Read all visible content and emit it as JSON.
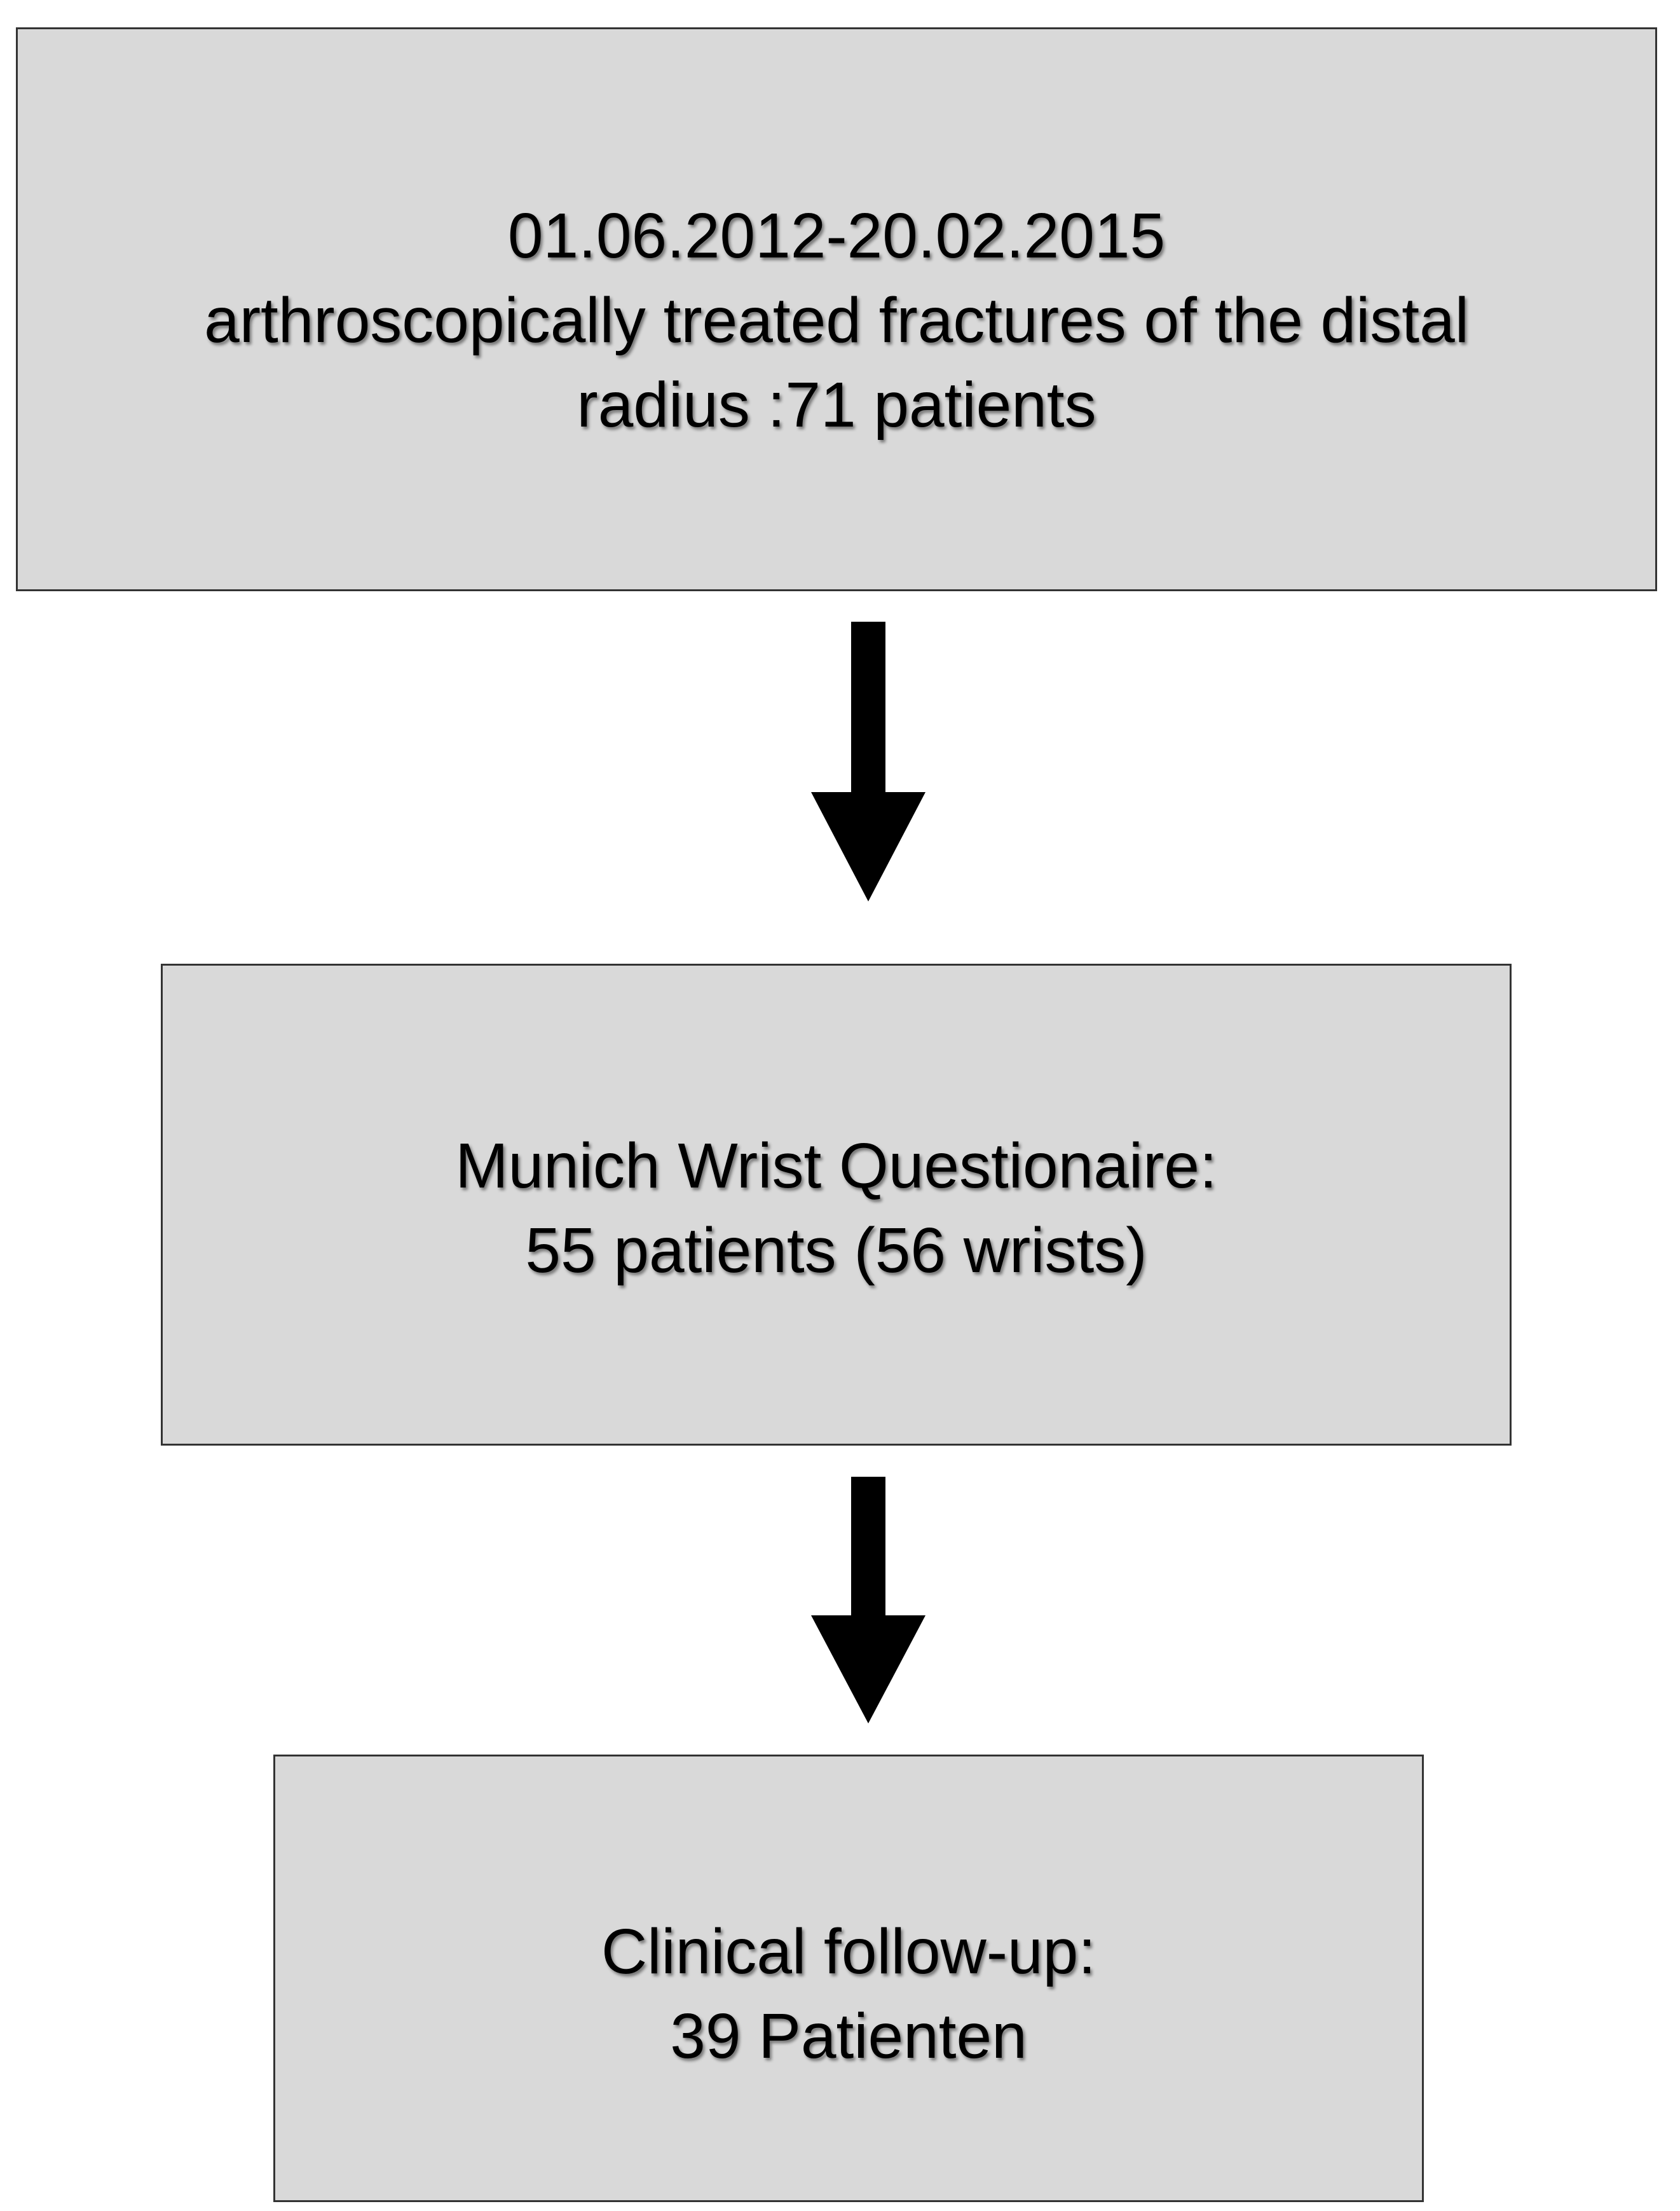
{
  "flowchart": {
    "boxes": [
      {
        "lines": [
          "01.06.2012-20.02.2015",
          "arthroscopically treated fractures of the distal",
          "radius :71 patients"
        ]
      },
      {
        "lines": [
          "Munich Wrist Questionaire:",
          "55 patients (56 wrists)"
        ]
      },
      {
        "lines": [
          "Clinical follow-up:",
          "39 Patienten"
        ]
      }
    ],
    "colors": {
      "box_fill": "#d9d9d9",
      "box_border": "#333333",
      "arrow": "#000000",
      "text": "#000000"
    }
  }
}
